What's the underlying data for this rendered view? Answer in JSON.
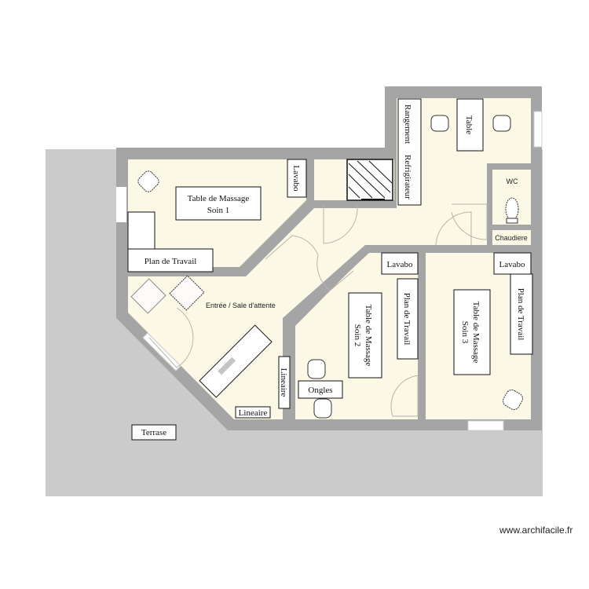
{
  "plan": {
    "colors": {
      "terrace": "#cccbcc",
      "wall": "#a6a5a6",
      "floor": "#fbf8e6",
      "furniture": "#ffffff",
      "stroke": "#111111",
      "door_arc": "#b8b5a8"
    },
    "rooms": {
      "soin1": {
        "table": [
          "Table de Massage",
          "Soin 1"
        ],
        "lavabo": "Lavabo",
        "plan_travail": "Plan de Travail"
      },
      "kitchen": {
        "rangement": "Rangement",
        "refrigerateur": "Refrigirateur",
        "table": "Table"
      },
      "wc": {
        "label": "WC"
      },
      "chaudiere": {
        "label": "Chaudiere"
      },
      "entree": {
        "label": "Entrée / Sale d'attente",
        "lineaire_v": "Lineaire",
        "lineaire_h": "Lineaire"
      },
      "soin2": {
        "table": [
          "Table de Massage",
          "Soin 2"
        ],
        "lavabo": "Lavabo",
        "plan_travail": "Plan de Travail",
        "ongles": "Ongles"
      },
      "soin3": {
        "table": [
          "Table de Massage",
          "Soin 3"
        ],
        "lavabo": "Lavabo",
        "plan_travail": "Plan de Travail"
      },
      "terrace": {
        "label": "Terrase"
      }
    },
    "icons": [
      "chair-icon",
      "armchair-icon",
      "shower-icon",
      "toilet-icon",
      "desk-icon",
      "door-swing-icon",
      "window-icon"
    ]
  },
  "footer": {
    "watermark": "www.archifacile.fr"
  }
}
